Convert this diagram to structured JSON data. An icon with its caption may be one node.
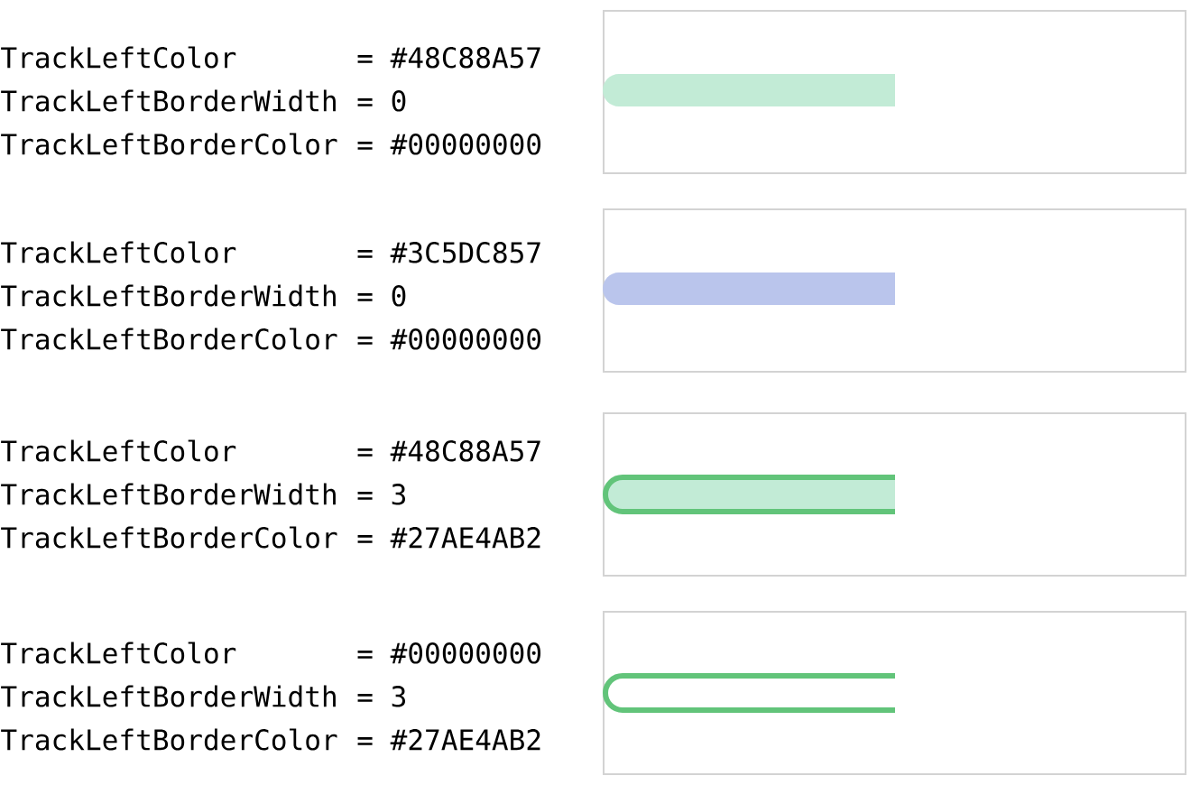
{
  "diagram": {
    "labels": [
      "TrackLeftColor",
      "= #48C88A57",
      "TrackLeftBorderWidth",
      "= 0",
      "TrackLeftBorderColor",
      "= #00000000",
      "TrackLeftColor",
      "= #3C5DC857",
      "TrackLeftBorderWidth",
      "= 0",
      "TrackLeftBorderColor",
      "= #00000000",
      "TrackLeftColor",
      "= #48C88A57",
      "TrackLeftBorderWidth",
      "= 3",
      "TrackLeftBorderColor",
      "= #27AE4AB2",
      "TrackLeftColor",
      "= #00000000",
      "TrackLeftBorderWidth",
      "= 3",
      "TrackLeftBorderColor",
      "= #27AE4AB2"
    ]
  }
}
